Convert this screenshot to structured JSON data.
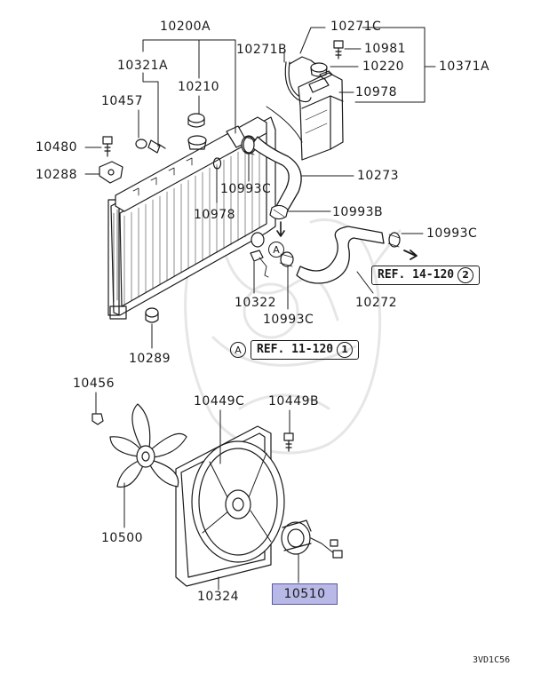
{
  "labels": {
    "p10200A": "10200A",
    "p10321A": "10321A",
    "p10210": "10210",
    "p10457": "10457",
    "p10480": "10480",
    "p10288": "10288",
    "p10271B": "10271B",
    "p10271C": "10271C",
    "p10981": "10981",
    "p10220": "10220",
    "p10371A": "10371A",
    "p10978a": "10978",
    "p10978b": "10978",
    "p10993C_a": "10993C",
    "p10273": "10273",
    "p10993B": "10993B",
    "p10993C_b": "10993C",
    "p10322": "10322",
    "p10993C_c": "10993C",
    "p10272": "10272",
    "p10289": "10289",
    "p10456": "10456",
    "p10449C": "10449C",
    "p10449B": "10449B",
    "p10500": "10500",
    "p10324": "10324",
    "p10510": "10510"
  },
  "refs": {
    "ref1_text": "REF. 14-120",
    "ref1_num": "2",
    "ref2_marker": "A",
    "ref2_text": "REF. 11-120",
    "ref2_num": "1"
  },
  "markers": {
    "a_hose": "A"
  },
  "doc_code": "3VD1C56",
  "colors": {
    "highlight_fill": "#b9b9e8",
    "line": "#1a1a1a",
    "watermark": "#e6e6e6"
  }
}
